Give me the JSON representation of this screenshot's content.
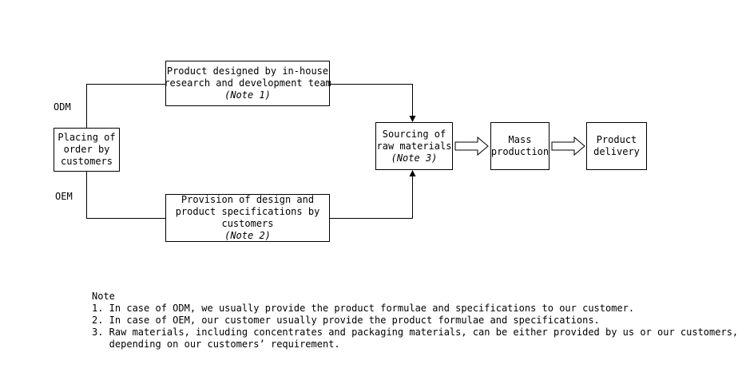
{
  "diagram": {
    "branch_labels": {
      "odm": "ODM",
      "oem": "OEM"
    },
    "boxes": {
      "placing": {
        "lines": [
          "Placing of",
          "order by",
          "customers"
        ]
      },
      "inhouse": {
        "lines": [
          "Product designed by in-house",
          "research and development team"
        ],
        "note": "(Note 1)"
      },
      "provision": {
        "lines": [
          "Provision of design and",
          "product specifications by",
          "customers"
        ],
        "note": "(Note 2)"
      },
      "sourcing": {
        "lines": [
          "Sourcing of",
          "raw materials"
        ],
        "note": "(Note 3)"
      },
      "mass_production": {
        "lines": [
          "Mass",
          "production"
        ]
      },
      "product_delivery": {
        "lines": [
          "Product",
          "delivery"
        ]
      }
    },
    "line_color": "#000000"
  },
  "notes": {
    "heading": "Note",
    "items": [
      "1. In case of ODM, we usually provide the product formulae and specifications to our customer.",
      "2. In case of OEM, our customer usually provide the product formulae and specifications.",
      "3. Raw materials, including concentrates and packaging materials, can be either provided by us or our customers,",
      "   depending on our customers’ requirement."
    ]
  }
}
